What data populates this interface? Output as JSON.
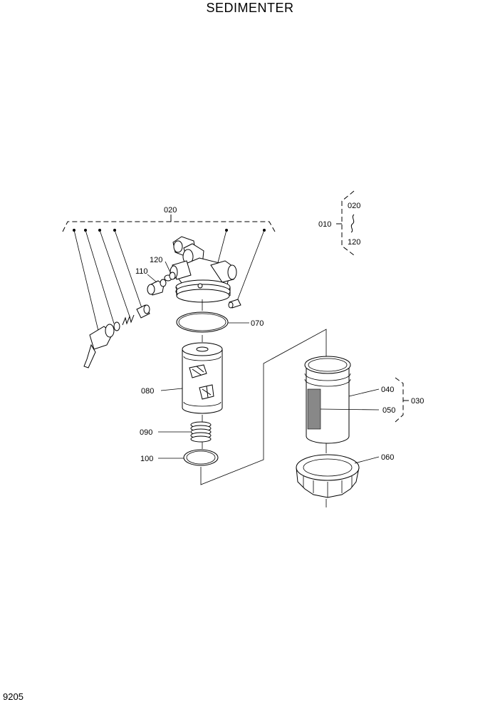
{
  "title": "SEDIMENTER",
  "page_number": "9205",
  "labels": {
    "p010": "010",
    "p020_top": "020",
    "p020_ref": "020",
    "p120_ref": "120",
    "p120": "120",
    "p110": "110",
    "p070": "070",
    "p080": "080",
    "p090": "090",
    "p100": "100",
    "p040": "040",
    "p050": "050",
    "p030": "030",
    "p060": "060"
  }
}
